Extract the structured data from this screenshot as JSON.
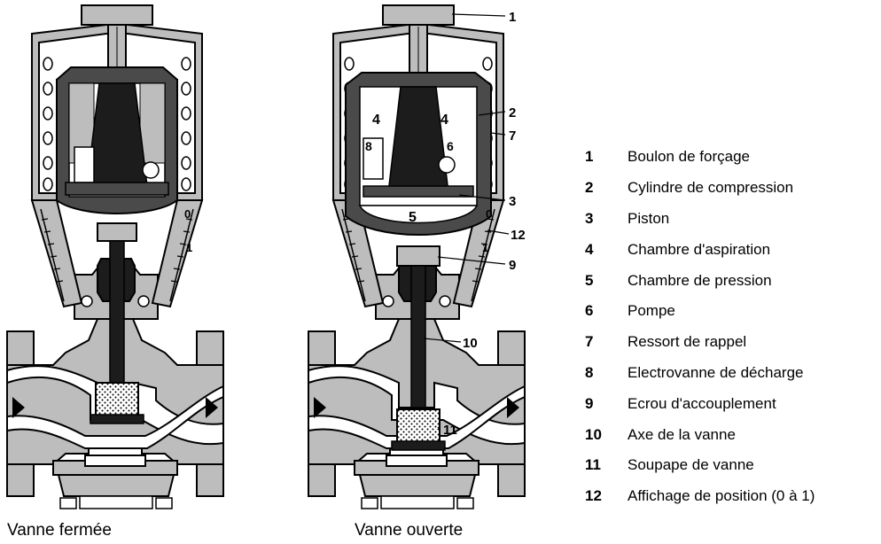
{
  "captions": {
    "closed": "Vanne fermée",
    "open": "Vanne ouverte"
  },
  "scale_labels": {
    "zero": "0",
    "one": "1"
  },
  "chamber_labels": {
    "suction": "4",
    "pressure": "5",
    "pump": "6",
    "solenoid": "8"
  },
  "callouts": [
    {
      "num": "1"
    },
    {
      "num": "2"
    },
    {
      "num": "7"
    },
    {
      "num": "3"
    },
    {
      "num": "12"
    },
    {
      "num": "9"
    },
    {
      "num": "10"
    },
    {
      "num": "11"
    }
  ],
  "legend": [
    {
      "num": "1",
      "text": "Boulon de forçage"
    },
    {
      "num": "2",
      "text": "Cylindre de compression"
    },
    {
      "num": "3",
      "text": "Piston"
    },
    {
      "num": "4",
      "text": "Chambre d'aspiration"
    },
    {
      "num": "5",
      "text": "Chambre de pression"
    },
    {
      "num": "6",
      "text": "Pompe"
    },
    {
      "num": "7",
      "text": "Ressort de rappel"
    },
    {
      "num": "8",
      "text": "Electrovanne de décharge"
    },
    {
      "num": "9",
      "text": "Ecrou d'accouplement"
    },
    {
      "num": "10",
      "text": "Axe de la vanne"
    },
    {
      "num": "11",
      "text": "Soupape de vanne"
    },
    {
      "num": "12",
      "text": "Affichage de position (0 à 1)"
    }
  ],
  "colors": {
    "light": "#bdbdbd",
    "dark": "#4a4a4a",
    "line": "#000000"
  }
}
